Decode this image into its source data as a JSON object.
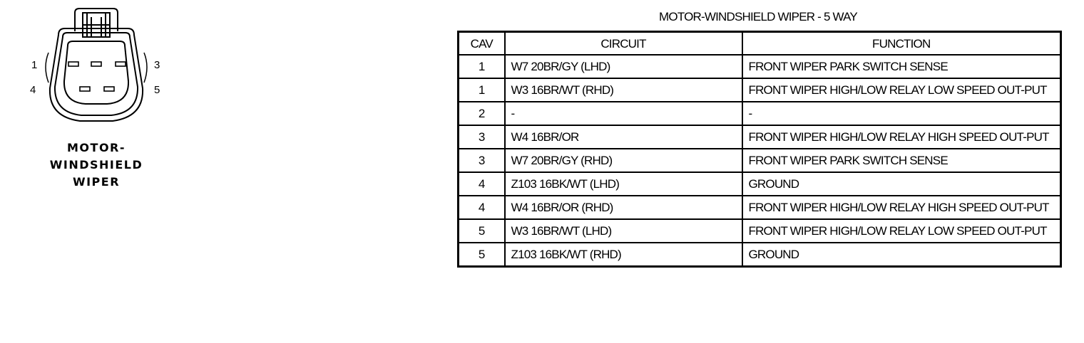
{
  "connector": {
    "name_lines": [
      "MOTOR-",
      "WINDSHIELD",
      "WIPER"
    ],
    "pin_labels": {
      "p1": "1",
      "p3": "3",
      "p4": "4",
      "p5": "5"
    }
  },
  "table": {
    "title": "MOTOR-WINDSHIELD WIPER - 5 WAY",
    "headers": {
      "cav": "CAV",
      "circuit": "CIRCUIT",
      "function": "FUNCTION"
    },
    "rows": [
      {
        "cav": "1",
        "circuit": "W7 20BR/GY (LHD)",
        "function": "FRONT WIPER PARK SWITCH SENSE"
      },
      {
        "cav": "1",
        "circuit": "W3 16BR/WT (RHD)",
        "function": "FRONT WIPER HIGH/LOW RELAY LOW SPEED OUT-PUT"
      },
      {
        "cav": "2",
        "circuit": "-",
        "function": "-"
      },
      {
        "cav": "3",
        "circuit": "W4 16BR/OR",
        "function": "FRONT WIPER HIGH/LOW RELAY HIGH SPEED OUT-PUT"
      },
      {
        "cav": "3",
        "circuit": "W7 20BR/GY (RHD)",
        "function": "FRONT WIPER PARK SWITCH SENSE"
      },
      {
        "cav": "4",
        "circuit": "Z103 16BK/WT (LHD)",
        "function": "GROUND"
      },
      {
        "cav": "4",
        "circuit": "W4 16BR/OR (RHD)",
        "function": "FRONT WIPER HIGH/LOW RELAY HIGH SPEED OUT-PUT"
      },
      {
        "cav": "5",
        "circuit": "W3 16BR/WT (LHD)",
        "function": "FRONT WIPER HIGH/LOW RELAY LOW SPEED OUT-PUT"
      },
      {
        "cav": "5",
        "circuit": "Z103 16BK/WT (RHD)",
        "function": "GROUND"
      }
    ]
  }
}
